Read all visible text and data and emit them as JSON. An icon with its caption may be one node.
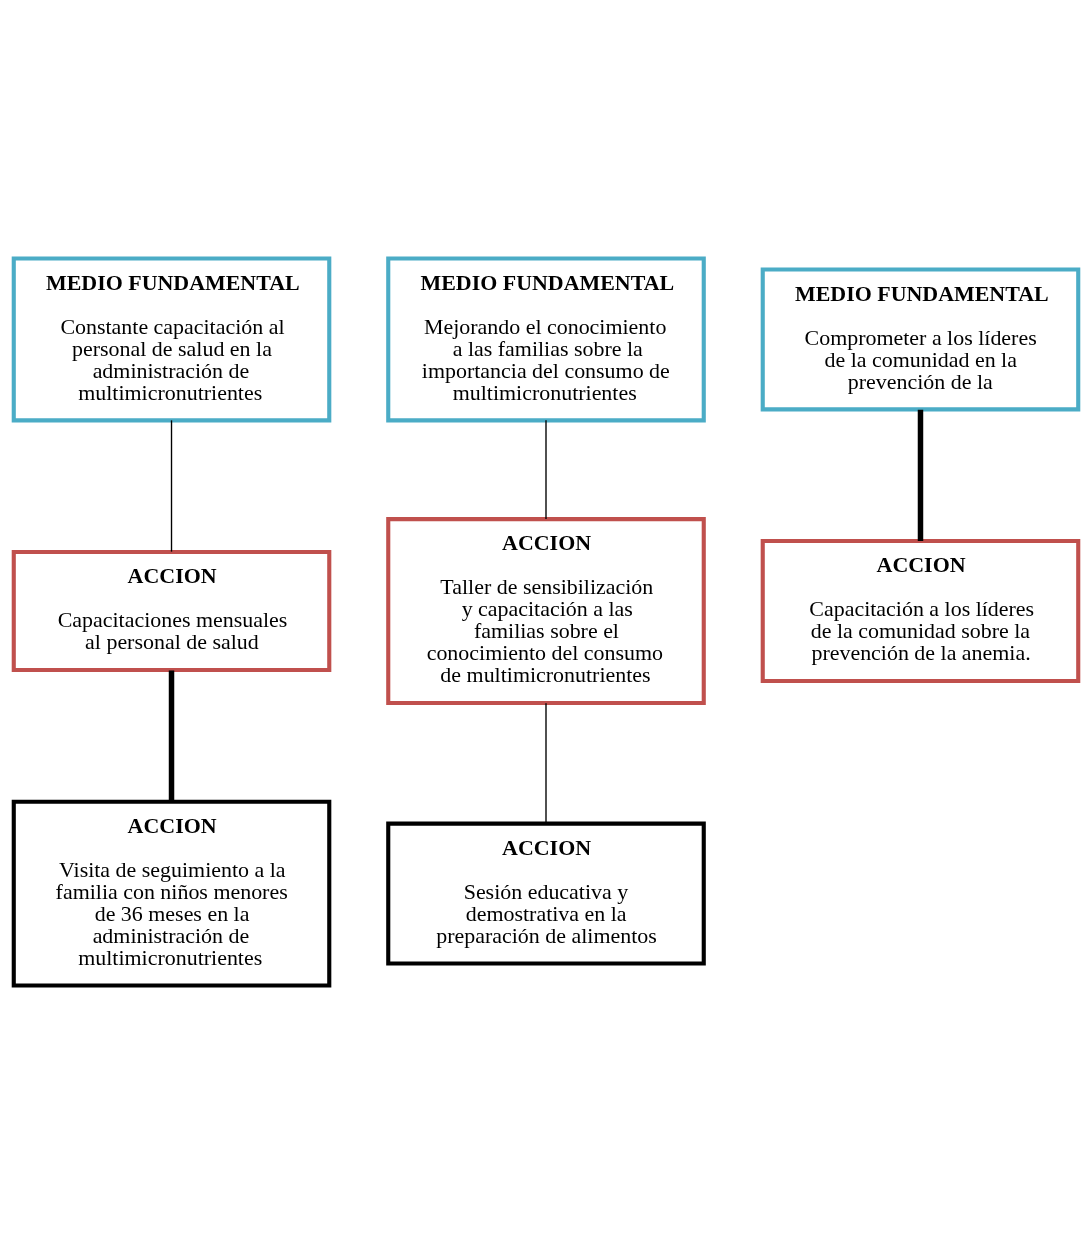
{
  "diagram": {
    "nodes": [
      {
        "text": [
          "MEDIO FUNDAMENTAL",
          "Constante capacitación al personal de salud en la administración de multimicronutrientes"
        ]
      },
      {
        "text": [
          "MEDIO FUNDAMENTAL",
          "Mejorando el conocimiento a las familias sobre la importancia del consumo de multimicronutrientes"
        ]
      },
      {
        "text": [
          "MEDIO FUNDAMENTAL",
          "Comprometer a los líderes de la comunidad en la prevención de la"
        ]
      },
      {
        "text": [
          "ACCION",
          "Capacitaciones mensuales al personal de salud"
        ]
      },
      {
        "text": [
          "ACCION",
          "Taller de sensibilización y capacitación a las familias sobre el conocimiento del consumo de multimicronutrientes"
        ]
      },
      {
        "text": [
          "ACCION",
          "Capacitación a los líderes de la comunidad sobre la prevención de la anemia."
        ]
      },
      {
        "text": [
          "ACCION",
          "Visita de seguimiento a la familia con niños menores de 36 meses en la administración de multimicronutrientes"
        ]
      },
      {
        "text": [
          "ACCION",
          "Sesión educativa y demostrativa en la preparación de alimentos"
        ]
      }
    ],
    "edges": [
      {
        "from": 0,
        "to": 3,
        "arrow": "none"
      },
      {
        "from": 1,
        "to": 4,
        "arrow": "none"
      },
      {
        "from": 2,
        "to": 5,
        "arrow": "none",
        "style": "thick"
      },
      {
        "from": 3,
        "to": 6,
        "arrow": "none",
        "style": "thick"
      },
      {
        "from": 4,
        "to": 7,
        "arrow": "none"
      }
    ]
  }
}
